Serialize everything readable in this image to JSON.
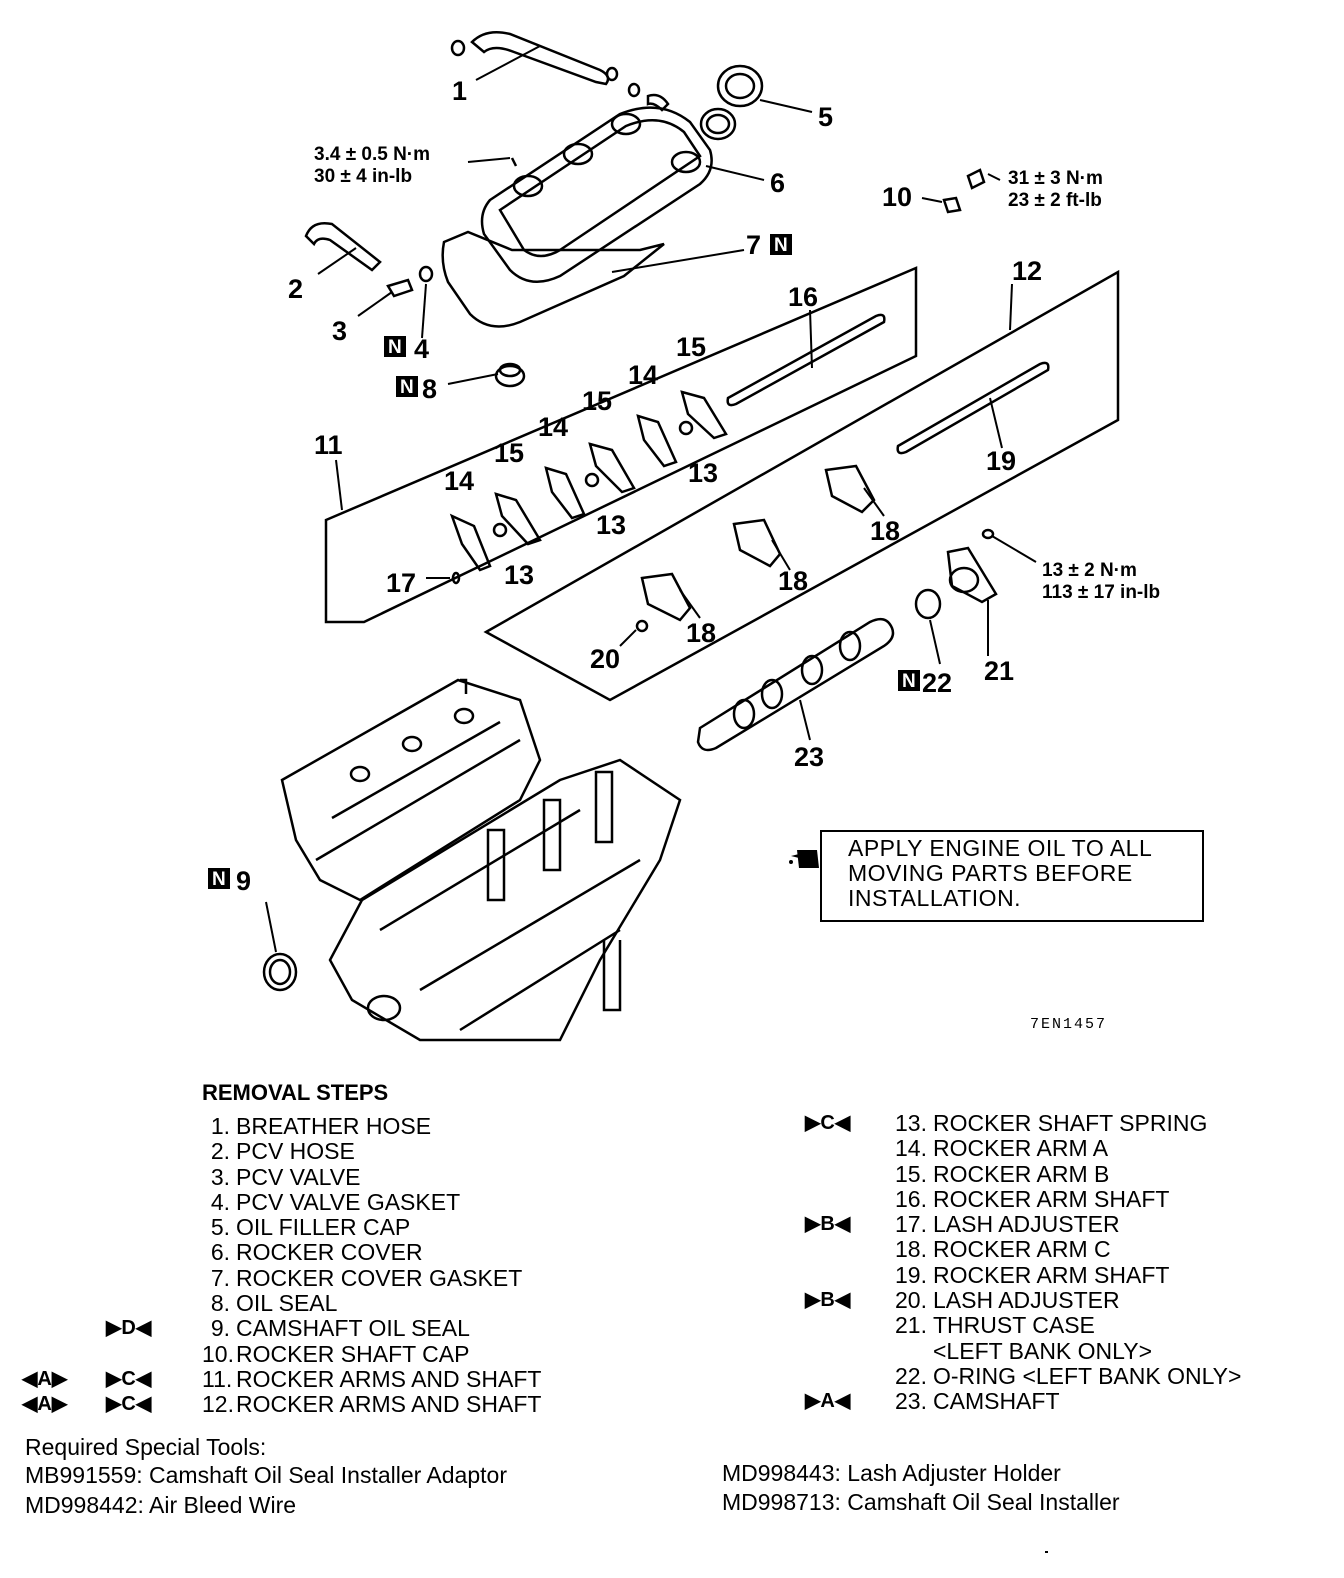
{
  "callouts": {
    "c1": "1",
    "c2": "2",
    "c3": "3",
    "c4": "4",
    "c5": "5",
    "c6": "6",
    "c7": "7",
    "c8": "8",
    "c9": "9",
    "c10": "10",
    "c11": "11",
    "c12": "12",
    "c13a": "13",
    "c13b": "13",
    "c13c": "13",
    "c14a": "14",
    "c14b": "14",
    "c14c": "14",
    "c15a": "15",
    "c15b": "15",
    "c15c": "15",
    "c16": "16",
    "c17": "17",
    "c18a": "18",
    "c18b": "18",
    "c18c": "18",
    "c19": "19",
    "c20": "20",
    "c21": "21",
    "c22": "22",
    "c23": "23"
  },
  "new_part_mark": "N",
  "torques": {
    "cover_bolt": [
      "3.4 ± 0.5 N·m",
      "30 ± 4 in-lb"
    ],
    "cap_bolt": [
      "31 ± 3 N·m",
      "23 ± 2 ft-lb"
    ],
    "thrust_bolt": [
      "13 ± 2 N·m",
      "113 ± 17 in-lb"
    ]
  },
  "note": "APPLY ENGINE OIL TO ALL MOVING PARTS BEFORE INSTALLATION.",
  "figure_code": "7EN1457",
  "removal_title": "REMOVAL STEPS",
  "steps_left": [
    {
      "num": "1.",
      "text": "BREATHER HOSE",
      "mark": ""
    },
    {
      "num": "2.",
      "text": "PCV HOSE",
      "mark": ""
    },
    {
      "num": "3.",
      "text": "PCV VALVE",
      "mark": ""
    },
    {
      "num": "4.",
      "text": "PCV VALVE GASKET",
      "mark": ""
    },
    {
      "num": "5.",
      "text": "OIL FILLER CAP",
      "mark": ""
    },
    {
      "num": "6.",
      "text": "ROCKER COVER",
      "mark": ""
    },
    {
      "num": "7.",
      "text": "ROCKER COVER GASKET",
      "mark": ""
    },
    {
      "num": "8.",
      "text": "OIL SEAL",
      "mark": ""
    },
    {
      "num": "9.",
      "text": "CAMSHAFT OIL SEAL",
      "mark": "▶D◀"
    },
    {
      "num": "10.",
      "text": "ROCKER SHAFT CAP",
      "mark": ""
    },
    {
      "num": "11.",
      "text": "ROCKER ARMS AND SHAFT",
      "mark": "▶C◀",
      "mark2": "◀A▶"
    },
    {
      "num": "12.",
      "text": "ROCKER ARMS AND SHAFT",
      "mark": "▶C◀",
      "mark2": "◀A▶"
    }
  ],
  "steps_right": [
    {
      "num": "13.",
      "text": "ROCKER SHAFT SPRING",
      "mark": "▶C◀"
    },
    {
      "num": "14.",
      "text": "ROCKER ARM A",
      "mark": ""
    },
    {
      "num": "15.",
      "text": "ROCKER ARM B",
      "mark": ""
    },
    {
      "num": "16.",
      "text": "ROCKER ARM SHAFT",
      "mark": ""
    },
    {
      "num": "17.",
      "text": "LASH ADJUSTER",
      "mark": "▶B◀"
    },
    {
      "num": "18.",
      "text": "ROCKER ARM C",
      "mark": ""
    },
    {
      "num": "19.",
      "text": "ROCKER ARM SHAFT",
      "mark": ""
    },
    {
      "num": "20.",
      "text": "LASH ADJUSTER",
      "mark": "▶B◀"
    },
    {
      "num": "21.",
      "text": "THRUST CASE",
      "mark": ""
    },
    {
      "num": "",
      "text": "<LEFT BANK ONLY>",
      "mark": ""
    },
    {
      "num": "22.",
      "text": "O-RING <LEFT BANK ONLY>",
      "mark": ""
    },
    {
      "num": "23.",
      "text": "CAMSHAFT",
      "mark": "▶A◀"
    }
  ],
  "tools_title": "Required Special Tools:",
  "tools": [
    "MB991559: Camshaft Oil Seal Installer Adaptor",
    "MD998442: Air Bleed Wire",
    "MD998443: Lash Adjuster Holder",
    "MD998713: Camshaft Oil Seal Installer"
  ]
}
